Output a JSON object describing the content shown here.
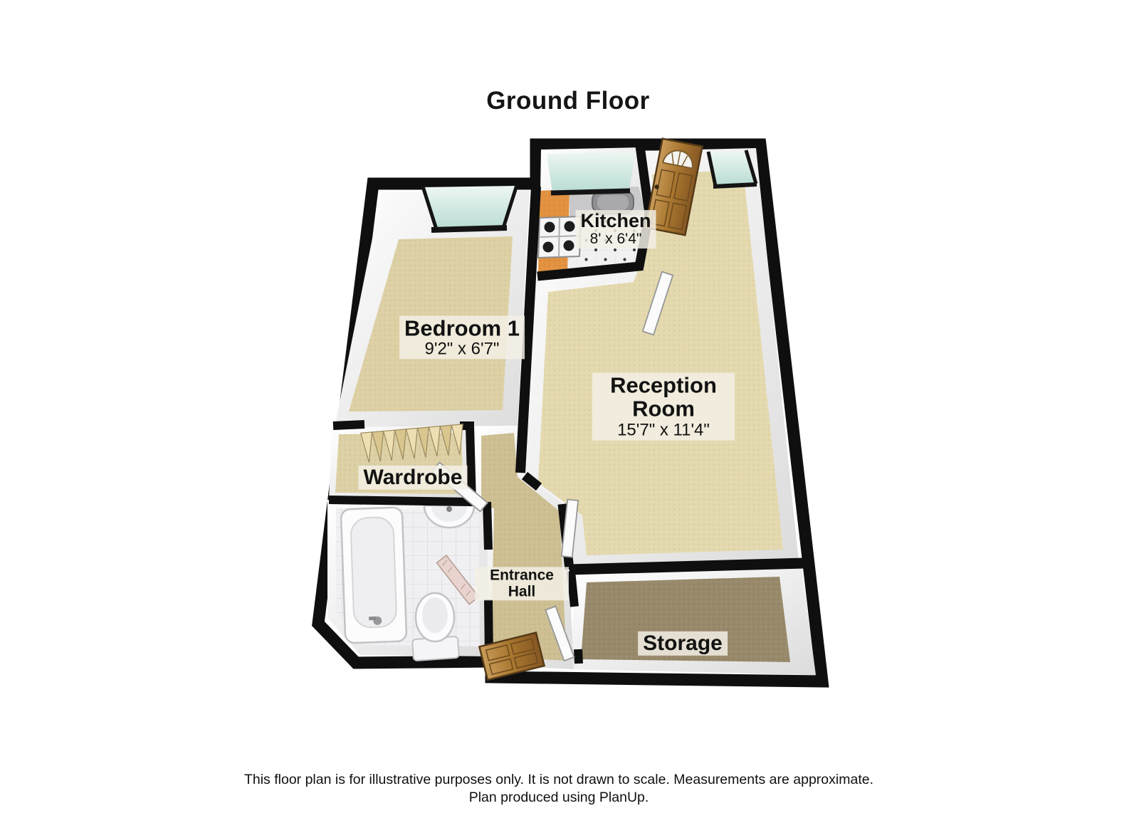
{
  "title": "Ground Floor",
  "rooms": {
    "kitchen": {
      "name": "Kitchen",
      "dims": "8' x 6'4\""
    },
    "bedroom1": {
      "name": "Bedroom 1",
      "dims": "9'2\" x 6'7\""
    },
    "reception": {
      "name": "Reception Room",
      "dims": "15'7\" x 11'4\""
    },
    "wardrobe": {
      "name": "Wardrobe"
    },
    "entrance_hall": {
      "name": "Entrance Hall"
    },
    "storage": {
      "name": "Storage"
    }
  },
  "footer": {
    "line1": "This floor plan is for illustrative purposes only. It is not drawn to scale. Measurements are approximate.",
    "line2": "Plan produced using PlanUp."
  },
  "colors": {
    "wall": "#0f0f0f",
    "carpet": "#dcd0a4",
    "carpet_light": "#e4d9ae",
    "hall_carpet": "#cdbf92",
    "storage_carpet": "#97896a",
    "counter_orange": "#e2913f",
    "glass": "#cde7df",
    "wood": "#b07c3e",
    "tile_white": "#f0f0f2",
    "label_bg": "#f3f0e6",
    "text": "#111111"
  }
}
